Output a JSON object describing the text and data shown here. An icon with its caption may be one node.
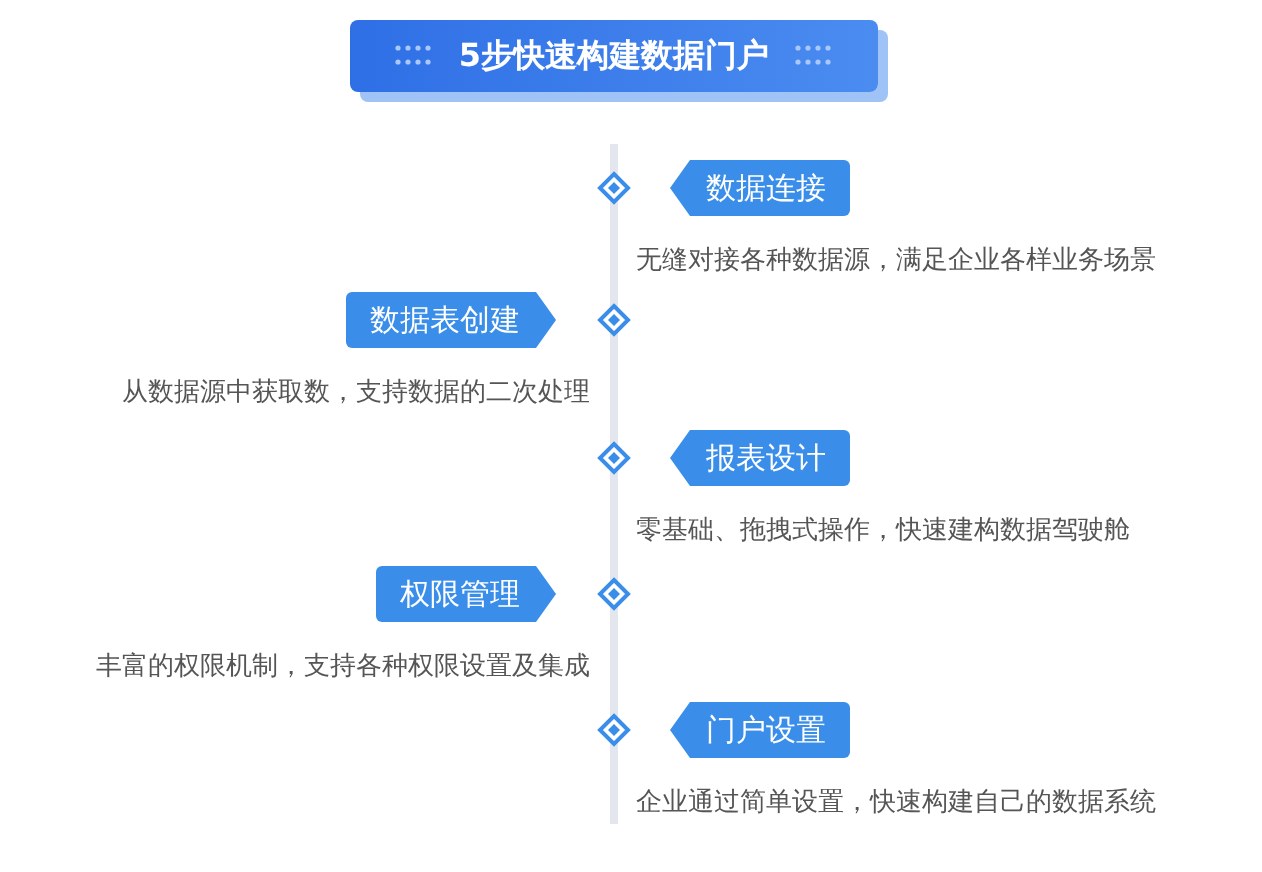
{
  "diagram": {
    "title": "5步快速构建数据门户",
    "nodes": [
      {
        "text": [
          "数据连接"
        ],
        "beside": [
          "无缝对接各种数据源，满足企业各样业务场景"
        ]
      },
      {
        "text": [
          "数据表创建"
        ],
        "beside": [
          "从数据源中获取数，支持数据的二次处理"
        ]
      },
      {
        "text": [
          "报表设计"
        ],
        "beside": [
          "零基础、拖拽式操作，快速建构数据驾驶舱"
        ]
      },
      {
        "text": [
          "权限管理"
        ],
        "beside": [
          "丰富的权限机制，支持各种权限设置及集成"
        ]
      },
      {
        "text": [
          "门户设置"
        ],
        "beside": [
          "企业通过简单设置，快速构建自己的数据系统"
        ]
      }
    ]
  }
}
